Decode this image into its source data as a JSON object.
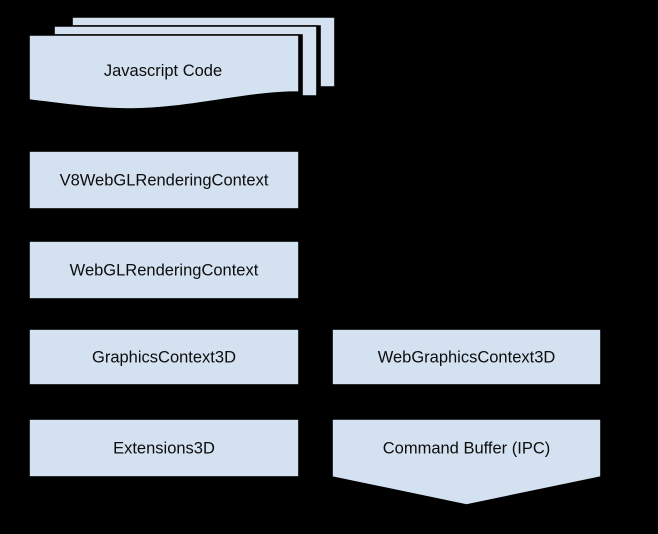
{
  "diagram": {
    "background_color": "#000000",
    "node_fill_color": "#d4e1f1",
    "node_stroke_color": "#000000",
    "label_color": "#0d0d0d",
    "nodes": [
      {
        "id": "javascript-code",
        "label": "Javascript Code",
        "shape": "stacked-document",
        "column": "left",
        "row": 0
      },
      {
        "id": "v8-webgl-rendering-context",
        "label": "V8WebGLRenderingContext",
        "shape": "rectangle",
        "column": "left",
        "row": 1
      },
      {
        "id": "webgl-rendering-context",
        "label": "WebGLRenderingContext",
        "shape": "rectangle",
        "column": "left",
        "row": 2
      },
      {
        "id": "graphics-context-3d",
        "label": "GraphicsContext3D",
        "shape": "rectangle",
        "column": "left",
        "row": 3
      },
      {
        "id": "web-graphics-context-3d",
        "label": "WebGraphicsContext3D",
        "shape": "rectangle",
        "column": "right",
        "row": 3
      },
      {
        "id": "extensions-3d",
        "label": "Extensions3D",
        "shape": "rectangle",
        "column": "left",
        "row": 4
      },
      {
        "id": "command-buffer-ipc",
        "label": "Command Buffer (IPC)",
        "shape": "chevron-down",
        "column": "right",
        "row": 4
      }
    ]
  }
}
